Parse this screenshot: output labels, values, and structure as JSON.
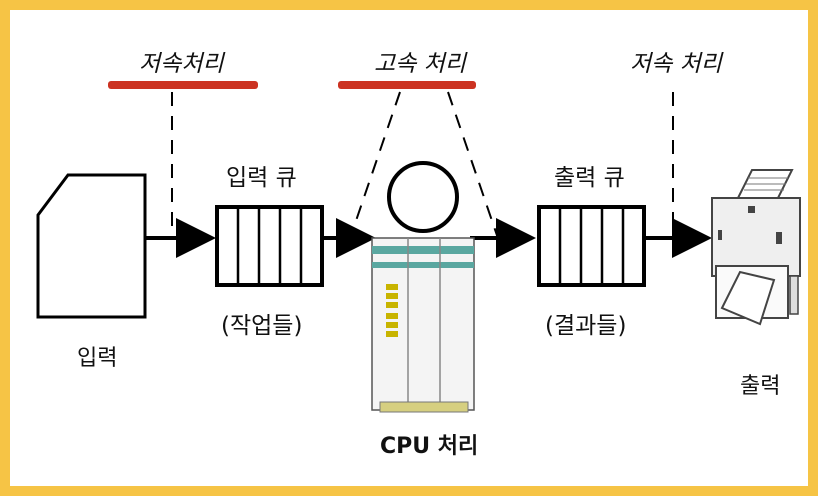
{
  "labels": {
    "speed_left": "저속처리",
    "speed_center": "고속 처리",
    "speed_right": "저속 처리",
    "input_queue": "입력 큐",
    "input_queue_sub": "(작업들)",
    "output_queue": "출력 큐",
    "output_queue_sub": "(결과들)",
    "input": "입력",
    "output": "출력",
    "cpu": "CPU 처리"
  },
  "colors": {
    "frame": "#f6c445",
    "highlight": "#cc3322",
    "cpu_teal": "#5aa7a0",
    "cpu_leds": "#c8b400"
  }
}
